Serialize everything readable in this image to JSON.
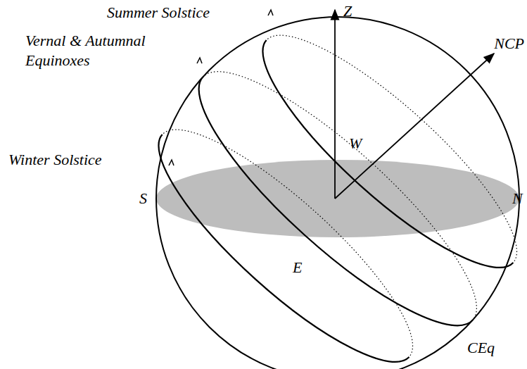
{
  "diagram": {
    "labels": [
      "Summer Solstice",
      "Vernal & Autumnal Equinoxes",
      "Winter Solstice",
      "Z",
      "NCP",
      "W",
      "S",
      "N",
      "E",
      "CEq"
    ]
  }
}
